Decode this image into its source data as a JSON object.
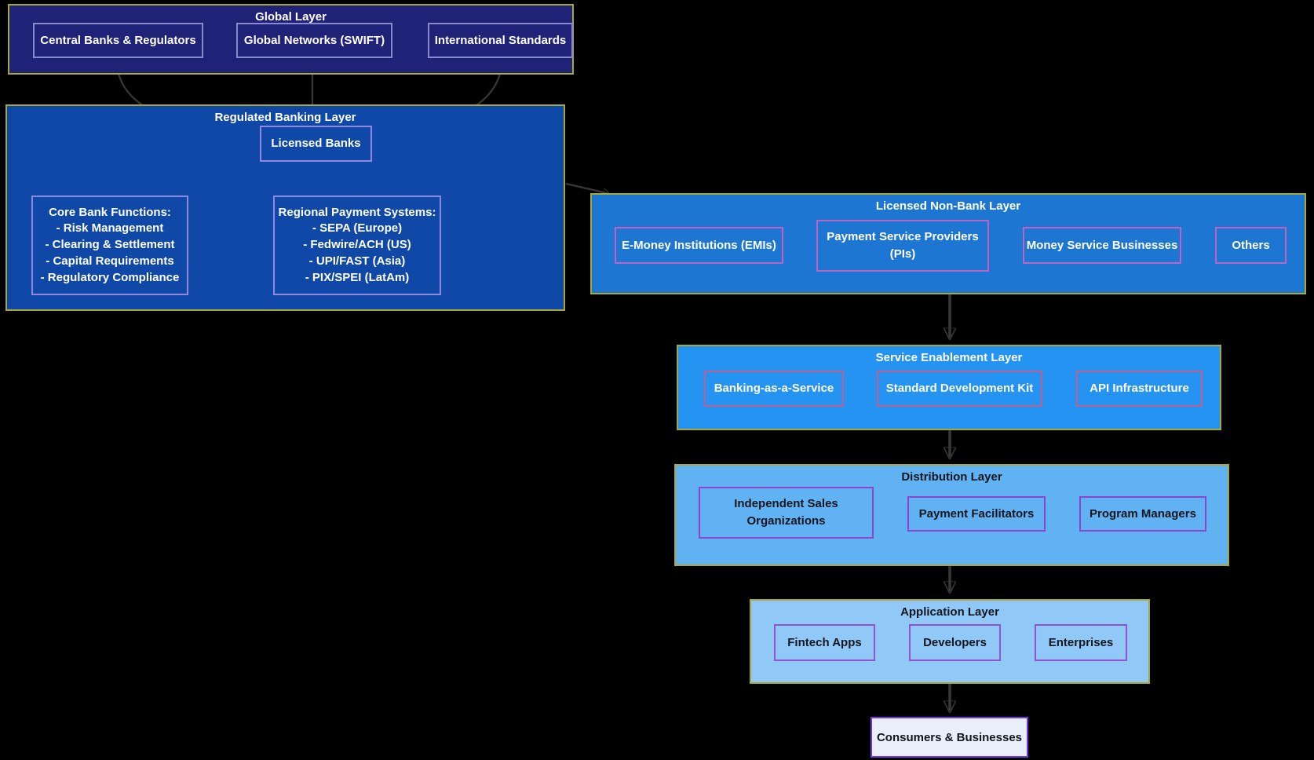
{
  "layers": {
    "global": {
      "title": "Global Layer",
      "central_banks": "Central Banks & Regulators",
      "global_networks": "Global Networks (SWIFT)",
      "international_standards": "International Standards"
    },
    "banking": {
      "title": "Regulated Banking Layer",
      "licensed_banks": "Licensed Banks",
      "core_functions": "Core Bank Functions:\n- Risk Management\n- Clearing & Settlement\n- Capital Requirements\n- Regulatory Compliance",
      "regional_systems": "Regional Payment Systems:\n- SEPA (Europe)\n- Fedwire/ACH (US)\n- UPI/FAST (Asia)\n- PIX/SPEI (LatAm)"
    },
    "non_bank": {
      "title": "Licensed Non-Bank Layer",
      "emi": "E-Money Institutions (EMIs)",
      "psp": "Payment Service Providers\n(PIs)",
      "msb": "Money Service Businesses",
      "others": "Others"
    },
    "service": {
      "title": "Service Enablement Layer",
      "baas": "Banking-as-a-Service",
      "sdk": "Standard Development Kit",
      "api": "API Infrastructure"
    },
    "distribution": {
      "title": "Distribution Layer",
      "iso": "Independent Sales\nOrganizations",
      "payfac": "Payment Facilitators",
      "program_managers": "Program Managers"
    },
    "application": {
      "title": "Application Layer",
      "fintech": "Fintech Apps",
      "developers": "Developers",
      "enterprises": "Enterprises"
    },
    "consumers": "Consumers & Businesses"
  },
  "edges": [
    {
      "from": "central-banks",
      "to": "licensed-banks"
    },
    {
      "from": "global-networks-swift",
      "to": "licensed-banks"
    },
    {
      "from": "international-standards",
      "to": "licensed-banks"
    },
    {
      "from": "licensed-banks",
      "to": "core-bank-functions"
    },
    {
      "from": "licensed-banks",
      "to": "regional-payment-systems"
    },
    {
      "from": "regulated-banking-layer",
      "to": "licensed-non-bank-layer"
    },
    {
      "from": "licensed-non-bank-layer",
      "to": "service-enablement-layer"
    },
    {
      "from": "service-enablement-layer",
      "to": "distribution-layer"
    },
    {
      "from": "distribution-layer",
      "to": "application-layer"
    },
    {
      "from": "application-layer",
      "to": "consumers-businesses"
    }
  ],
  "colors": {
    "background": "#000000",
    "layer_border": "#a8a832",
    "edge": "#383838",
    "global_fill": "#1f2277",
    "global_node_border": "#8a8ad0",
    "banking_fill": "#0f48a6",
    "banking_node_border": "#9088e0",
    "non_bank_fill": "#1d76d2",
    "non_bank_node_border": "#bd63c4",
    "service_fill": "#2493f2",
    "service_node_border": "#c0608f",
    "distribution_fill": "#61b2f2",
    "distribution_node_border": "#8d44cc",
    "application_fill": "#90c9f7",
    "application_node_border": "#9153d1",
    "consumers_fill": "#e9eefb",
    "consumers_border": "#7435e6"
  }
}
